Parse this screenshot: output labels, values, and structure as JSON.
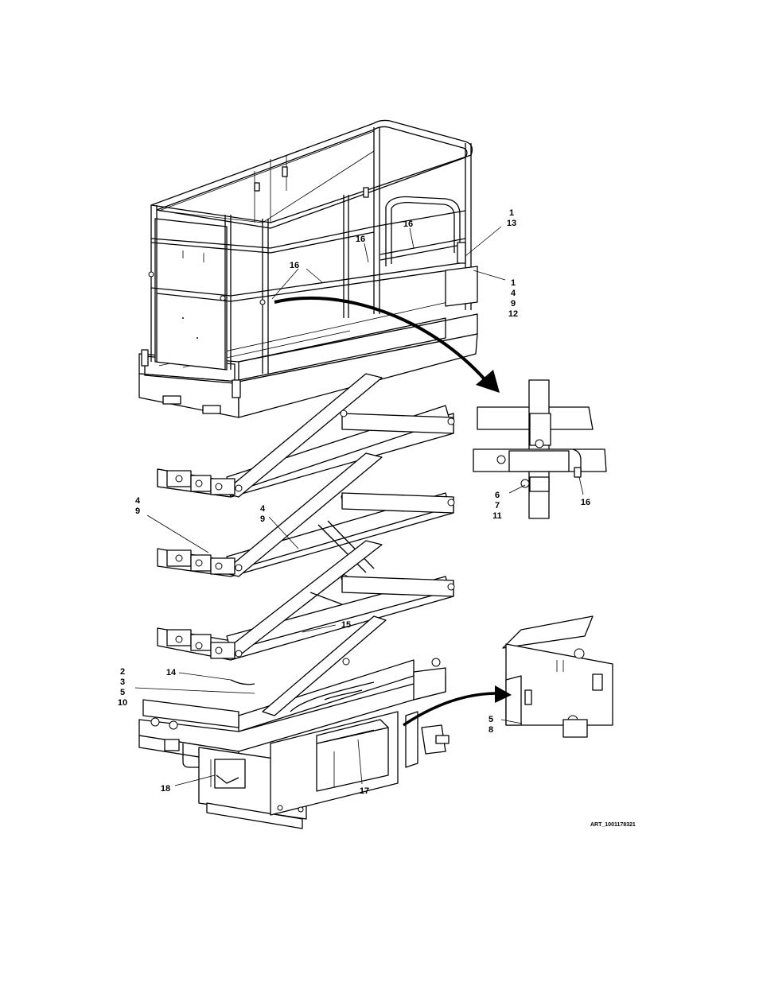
{
  "callouts": {
    "c1_13": {
      "lines": [
        "1",
        "13"
      ]
    },
    "c1_4_9_12": {
      "lines": [
        "1",
        "4",
        "9",
        "12"
      ]
    },
    "c16_a": {
      "lines": [
        "16"
      ]
    },
    "c16_b": {
      "lines": [
        "16"
      ]
    },
    "c16_c": {
      "lines": [
        "16"
      ]
    },
    "c16_d": {
      "lines": [
        "16"
      ]
    },
    "c6_7_11": {
      "lines": [
        "6",
        "7",
        "11"
      ]
    },
    "c4_9_a": {
      "lines": [
        "4",
        "9"
      ]
    },
    "c4_9_b": {
      "lines": [
        "4",
        "9"
      ]
    },
    "c15": {
      "lines": [
        "15"
      ]
    },
    "c14": {
      "lines": [
        "14"
      ]
    },
    "c2_3_5_10": {
      "lines": [
        "2",
        "3",
        "5",
        "10"
      ]
    },
    "c5_8": {
      "lines": [
        "5",
        "8"
      ]
    },
    "c18": {
      "lines": [
        "18"
      ]
    },
    "c17": {
      "lines": [
        "17"
      ]
    }
  },
  "art_id": "ART_1001178321"
}
